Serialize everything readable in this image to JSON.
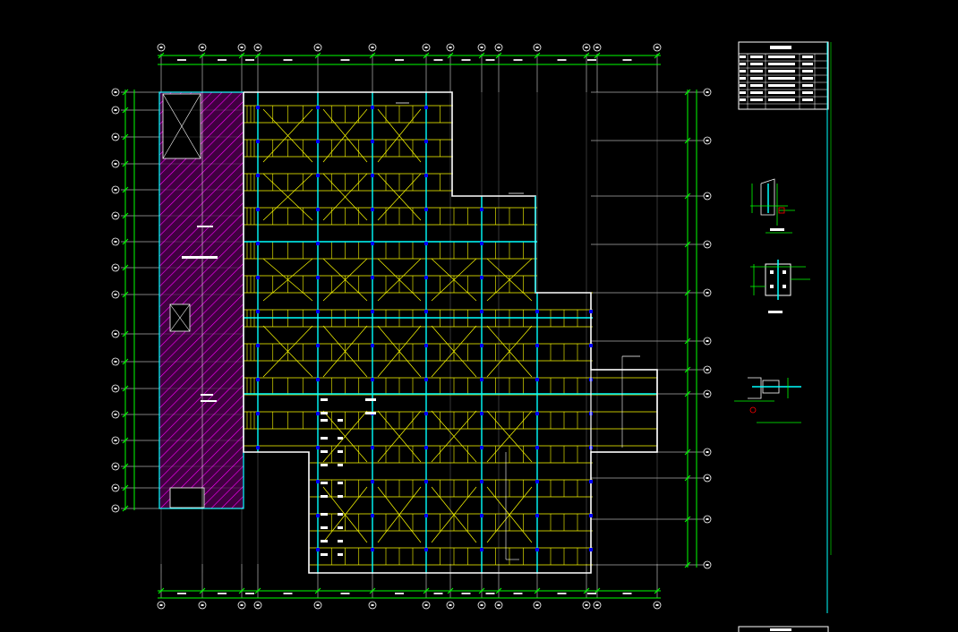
{
  "drawing": {
    "colors": {
      "background": "#000000",
      "grid": "#ffffff",
      "dimension": "#00ff00",
      "beam": "#00ffff",
      "purlin": "#ffff00",
      "column": "#0000ff",
      "hatch": "#ff00ff",
      "annotation": "#ffffff"
    },
    "legend_table": {
      "rows": [
        [
          "",
          "",
          "",
          ""
        ],
        [
          "",
          "",
          "",
          ""
        ],
        [
          "",
          "",
          "",
          ""
        ],
        [
          "",
          "",
          "",
          ""
        ],
        [
          "",
          "",
          "",
          ""
        ],
        [
          "",
          "",
          "",
          ""
        ],
        [
          "",
          "",
          "",
          ""
        ],
        [
          "",
          "",
          "",
          ""
        ]
      ]
    },
    "details": [
      {
        "name": "section-detail-1"
      },
      {
        "name": "section-detail-2"
      },
      {
        "name": "section-detail-3"
      }
    ]
  }
}
